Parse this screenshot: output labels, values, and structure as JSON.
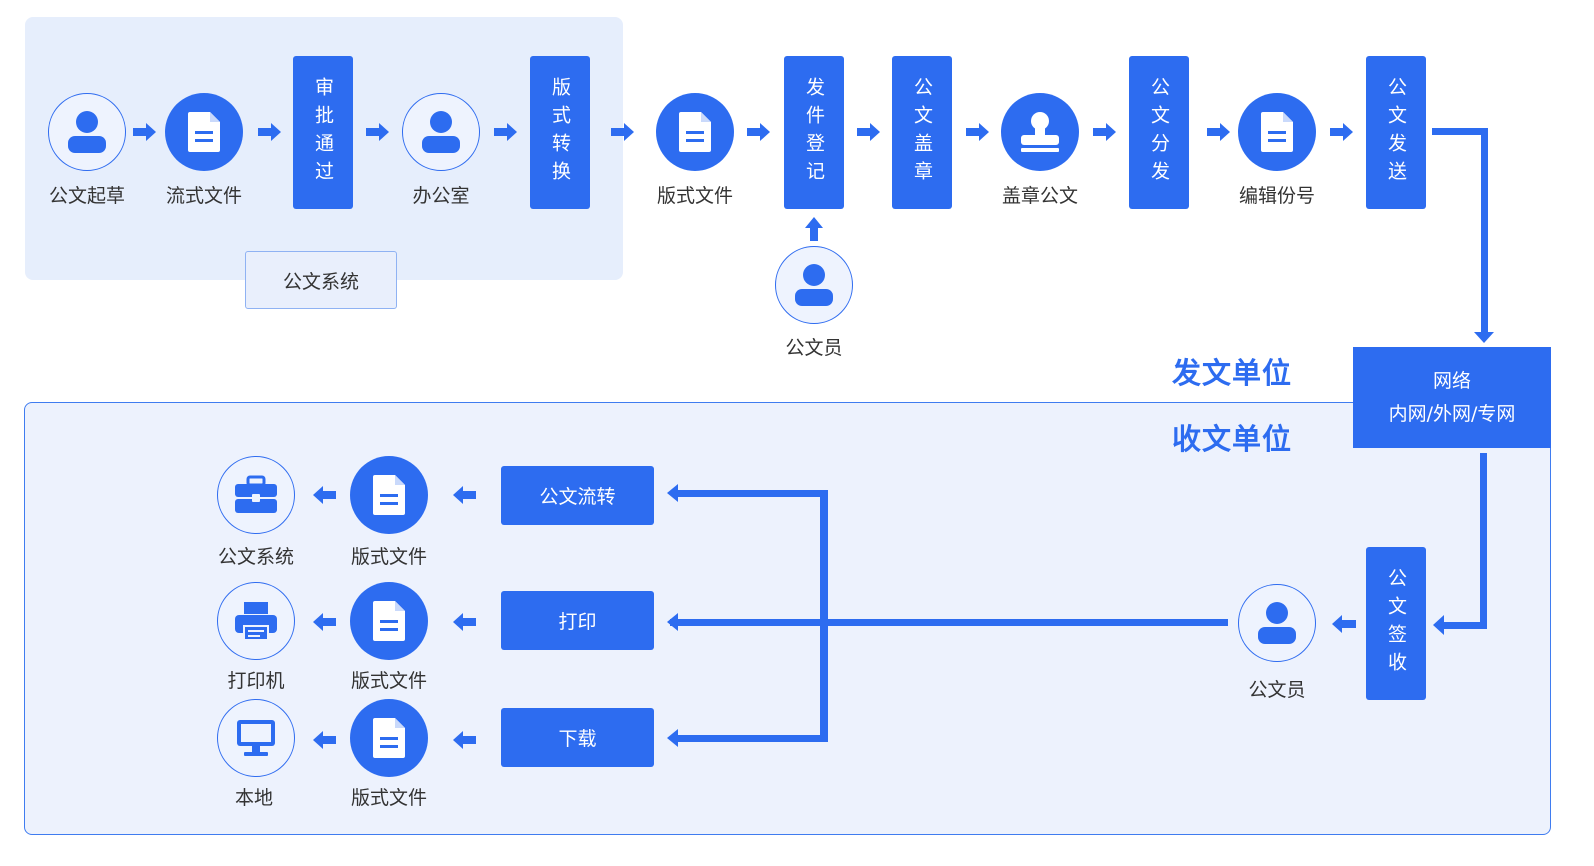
{
  "top": {
    "draft_user": "公文起草",
    "flow_file_1": "流式文件",
    "approve": "审批通过",
    "office": "办公室",
    "format_convert": "版式转换",
    "layout_file_1": "版式文件",
    "register": "发件登记",
    "stamp": "公文盖章",
    "stamped_doc": "盖章公文",
    "distribute": "公文分发",
    "edit_number": "编辑份号",
    "send": "公文发送",
    "clerk": "公文员",
    "system_label": "公文系统"
  },
  "units": {
    "sender": "发文单位",
    "receiver": "收文单位"
  },
  "network": {
    "line1": "网络",
    "line2": "内网/外网/专网"
  },
  "bottom": {
    "sign": "公文签收",
    "clerk": "公文员",
    "flow": "公文流转",
    "print": "打印",
    "download": "下载",
    "layout_file_a": "版式文件",
    "layout_file_b": "版式文件",
    "layout_file_c": "版式文件",
    "doc_system": "公文系统",
    "printer": "打印机",
    "local": "本地"
  },
  "colors": {
    "accent": "#2d6cf0",
    "panel": "#e6eefc",
    "text": "#333333"
  }
}
